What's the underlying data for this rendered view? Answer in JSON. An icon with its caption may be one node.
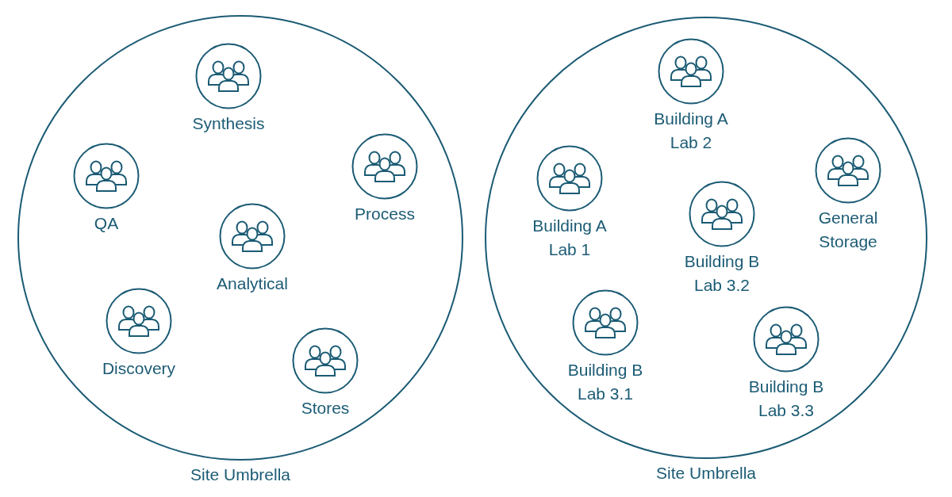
{
  "diagram": {
    "nodes": [
      {
        "text": [
          "Site Umbrella"
        ]
      },
      {
        "text": [
          "Synthesis"
        ],
        "in": 0
      },
      {
        "text": [
          "QA"
        ],
        "in": 0
      },
      {
        "text": [
          "Process"
        ],
        "in": 0
      },
      {
        "text": [
          "Analytical"
        ],
        "in": 0
      },
      {
        "text": [
          "Discovery"
        ],
        "in": 0
      },
      {
        "text": [
          "Stores"
        ],
        "in": 0
      },
      {
        "text": [
          "Site Umbrella"
        ]
      },
      {
        "text": [
          "Building A Lab 2"
        ],
        "in": 7
      },
      {
        "text": [
          "Building A Lab 1"
        ],
        "in": 7
      },
      {
        "text": [
          "General Storage"
        ],
        "in": 7
      },
      {
        "text": [
          "Building B Lab 3.2"
        ],
        "in": 7
      },
      {
        "text": [
          "Building B Lab 3.1"
        ],
        "in": 7
      },
      {
        "text": [
          "Building B Lab 3.3"
        ],
        "in": 7
      }
    ]
  }
}
